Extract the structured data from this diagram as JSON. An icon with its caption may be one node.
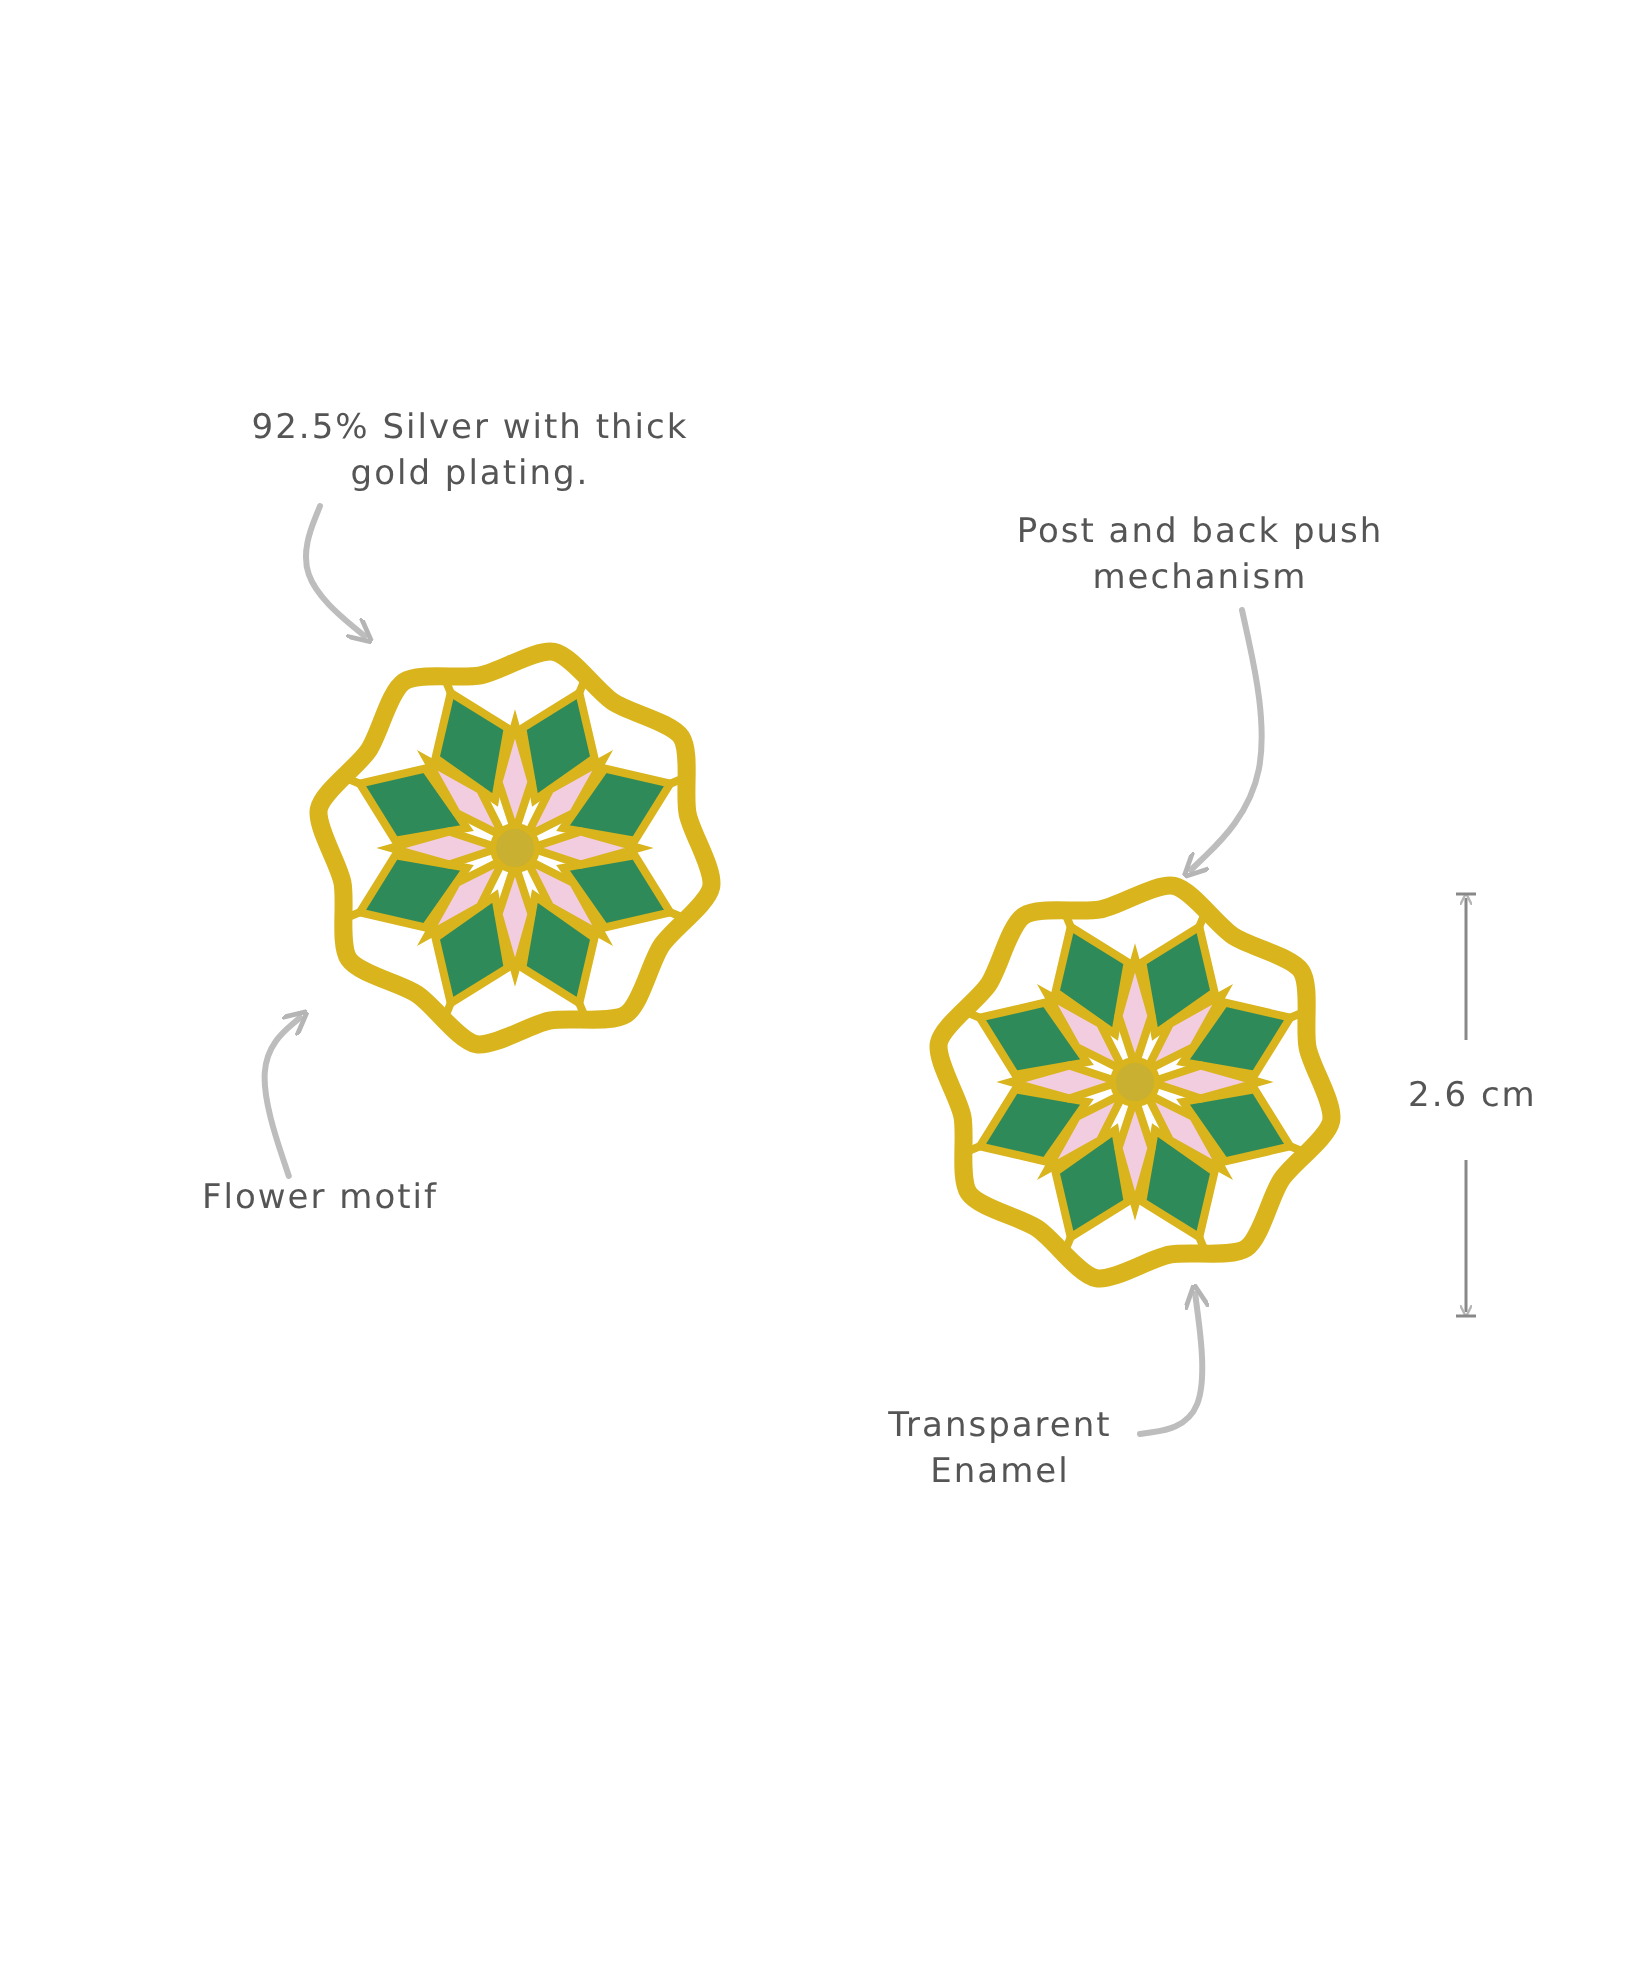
{
  "diagram": {
    "nodes": [
      {
        "text": [
          "92.5% Silver with thick gold plating."
        ]
      },
      {
        "text": [],
        "shape": "picture"
      },
      {
        "text": [
          "Flower motif"
        ]
      },
      {
        "text": [
          "Post and back push mechanism"
        ]
      },
      {
        "text": [],
        "shape": "picture"
      },
      {
        "text": [
          "Transparent Enamel"
        ]
      }
    ],
    "edges": [
      {
        "from": 0,
        "to": 1,
        "arrow": "to"
      },
      {
        "from": 2,
        "to": 1,
        "arrow": "to"
      },
      {
        "from": 3,
        "to": 4,
        "arrow": "to"
      },
      {
        "from": 5,
        "to": 4,
        "arrow": "to"
      }
    ],
    "labels": [
      "2.6 cm"
    ]
  }
}
